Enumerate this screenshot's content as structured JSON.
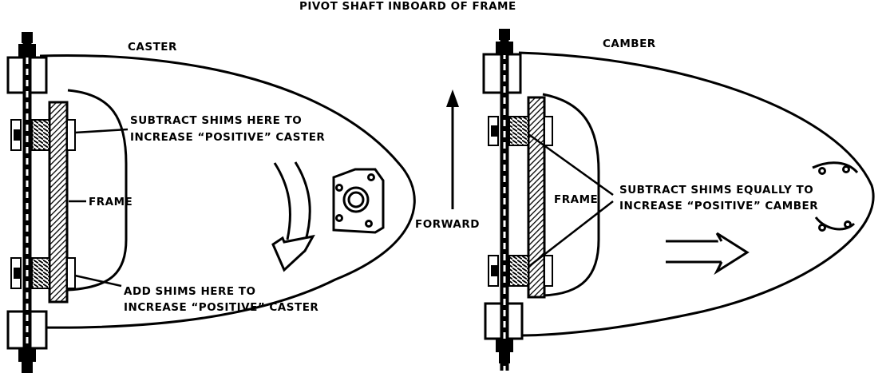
{
  "title": "PIVOT SHAFT INBOARD OF FRAME",
  "left_diagram": {
    "heading": "CASTER",
    "frame_label": "FRAME",
    "subtract_note": {
      "line1": "SUBTRACT SHIMS HERE TO",
      "line2": "INCREASE “POSITIVE” CASTER"
    },
    "add_note": {
      "line1": "ADD SHIMS HERE TO",
      "line2": "INCREASE “POSITIVE” CASTER"
    }
  },
  "center": {
    "forward_label": "FORWARD"
  },
  "right_diagram": {
    "heading": "CAMBER",
    "frame_label": "FRAME",
    "note": {
      "line1": "SUBTRACT SHIMS EQUALLY TO",
      "line2": "INCREASE “POSITIVE” CAMBER"
    }
  },
  "colors": {
    "ink": "#000000",
    "paper": "#ffffff"
  }
}
